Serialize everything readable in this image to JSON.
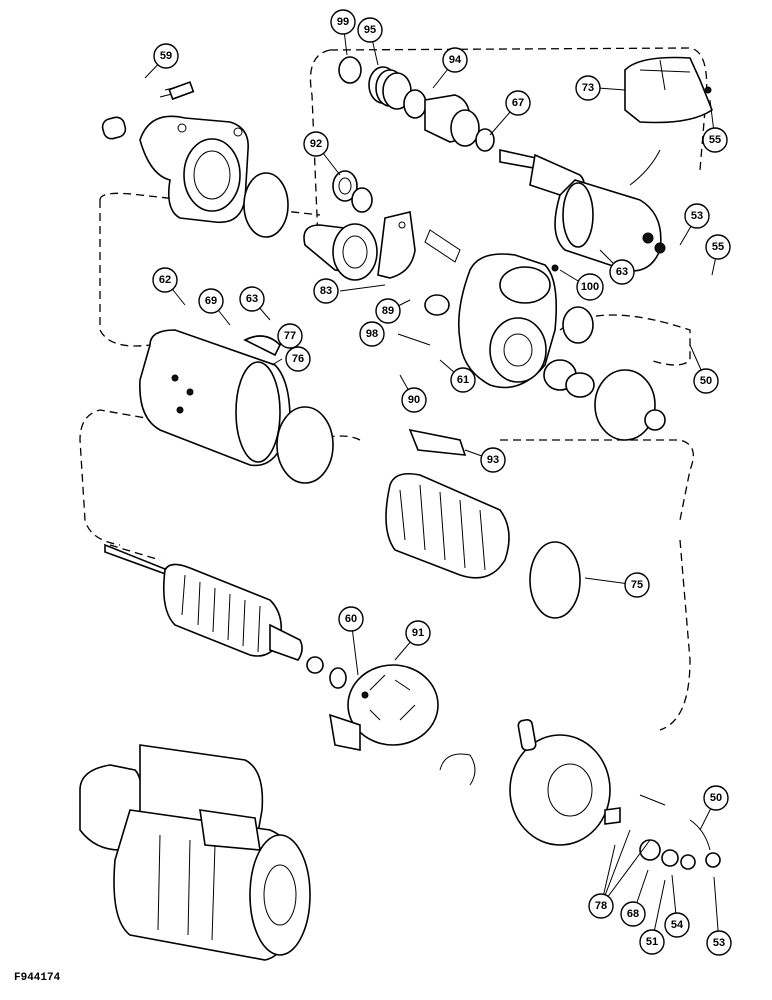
{
  "figure_id": "F944174",
  "callouts": [
    {
      "id": "c59",
      "label": "59"
    },
    {
      "id": "c99",
      "label": "99"
    },
    {
      "id": "c95",
      "label": "95"
    },
    {
      "id": "c94",
      "label": "94"
    },
    {
      "id": "c67",
      "label": "67"
    },
    {
      "id": "c73",
      "label": "73"
    },
    {
      "id": "c55a",
      "label": "55"
    },
    {
      "id": "c92",
      "label": "92"
    },
    {
      "id": "c53a",
      "label": "53"
    },
    {
      "id": "c55b",
      "label": "55"
    },
    {
      "id": "c63a",
      "label": "63"
    },
    {
      "id": "c62",
      "label": "62"
    },
    {
      "id": "c69",
      "label": "69"
    },
    {
      "id": "c63b",
      "label": "63"
    },
    {
      "id": "c83",
      "label": "83"
    },
    {
      "id": "c100",
      "label": "100"
    },
    {
      "id": "c89",
      "label": "89"
    },
    {
      "id": "c77",
      "label": "77"
    },
    {
      "id": "c76",
      "label": "76"
    },
    {
      "id": "c98",
      "label": "98"
    },
    {
      "id": "c61",
      "label": "61"
    },
    {
      "id": "c50a",
      "label": "50"
    },
    {
      "id": "c90",
      "label": "90"
    },
    {
      "id": "c93",
      "label": "93"
    },
    {
      "id": "c75",
      "label": "75"
    },
    {
      "id": "c60",
      "label": "60"
    },
    {
      "id": "c91",
      "label": "91"
    },
    {
      "id": "c50b",
      "label": "50"
    },
    {
      "id": "c78",
      "label": "78"
    },
    {
      "id": "c68",
      "label": "68"
    },
    {
      "id": "c54",
      "label": "54"
    },
    {
      "id": "c51",
      "label": "51"
    },
    {
      "id": "c53b",
      "label": "53"
    }
  ]
}
